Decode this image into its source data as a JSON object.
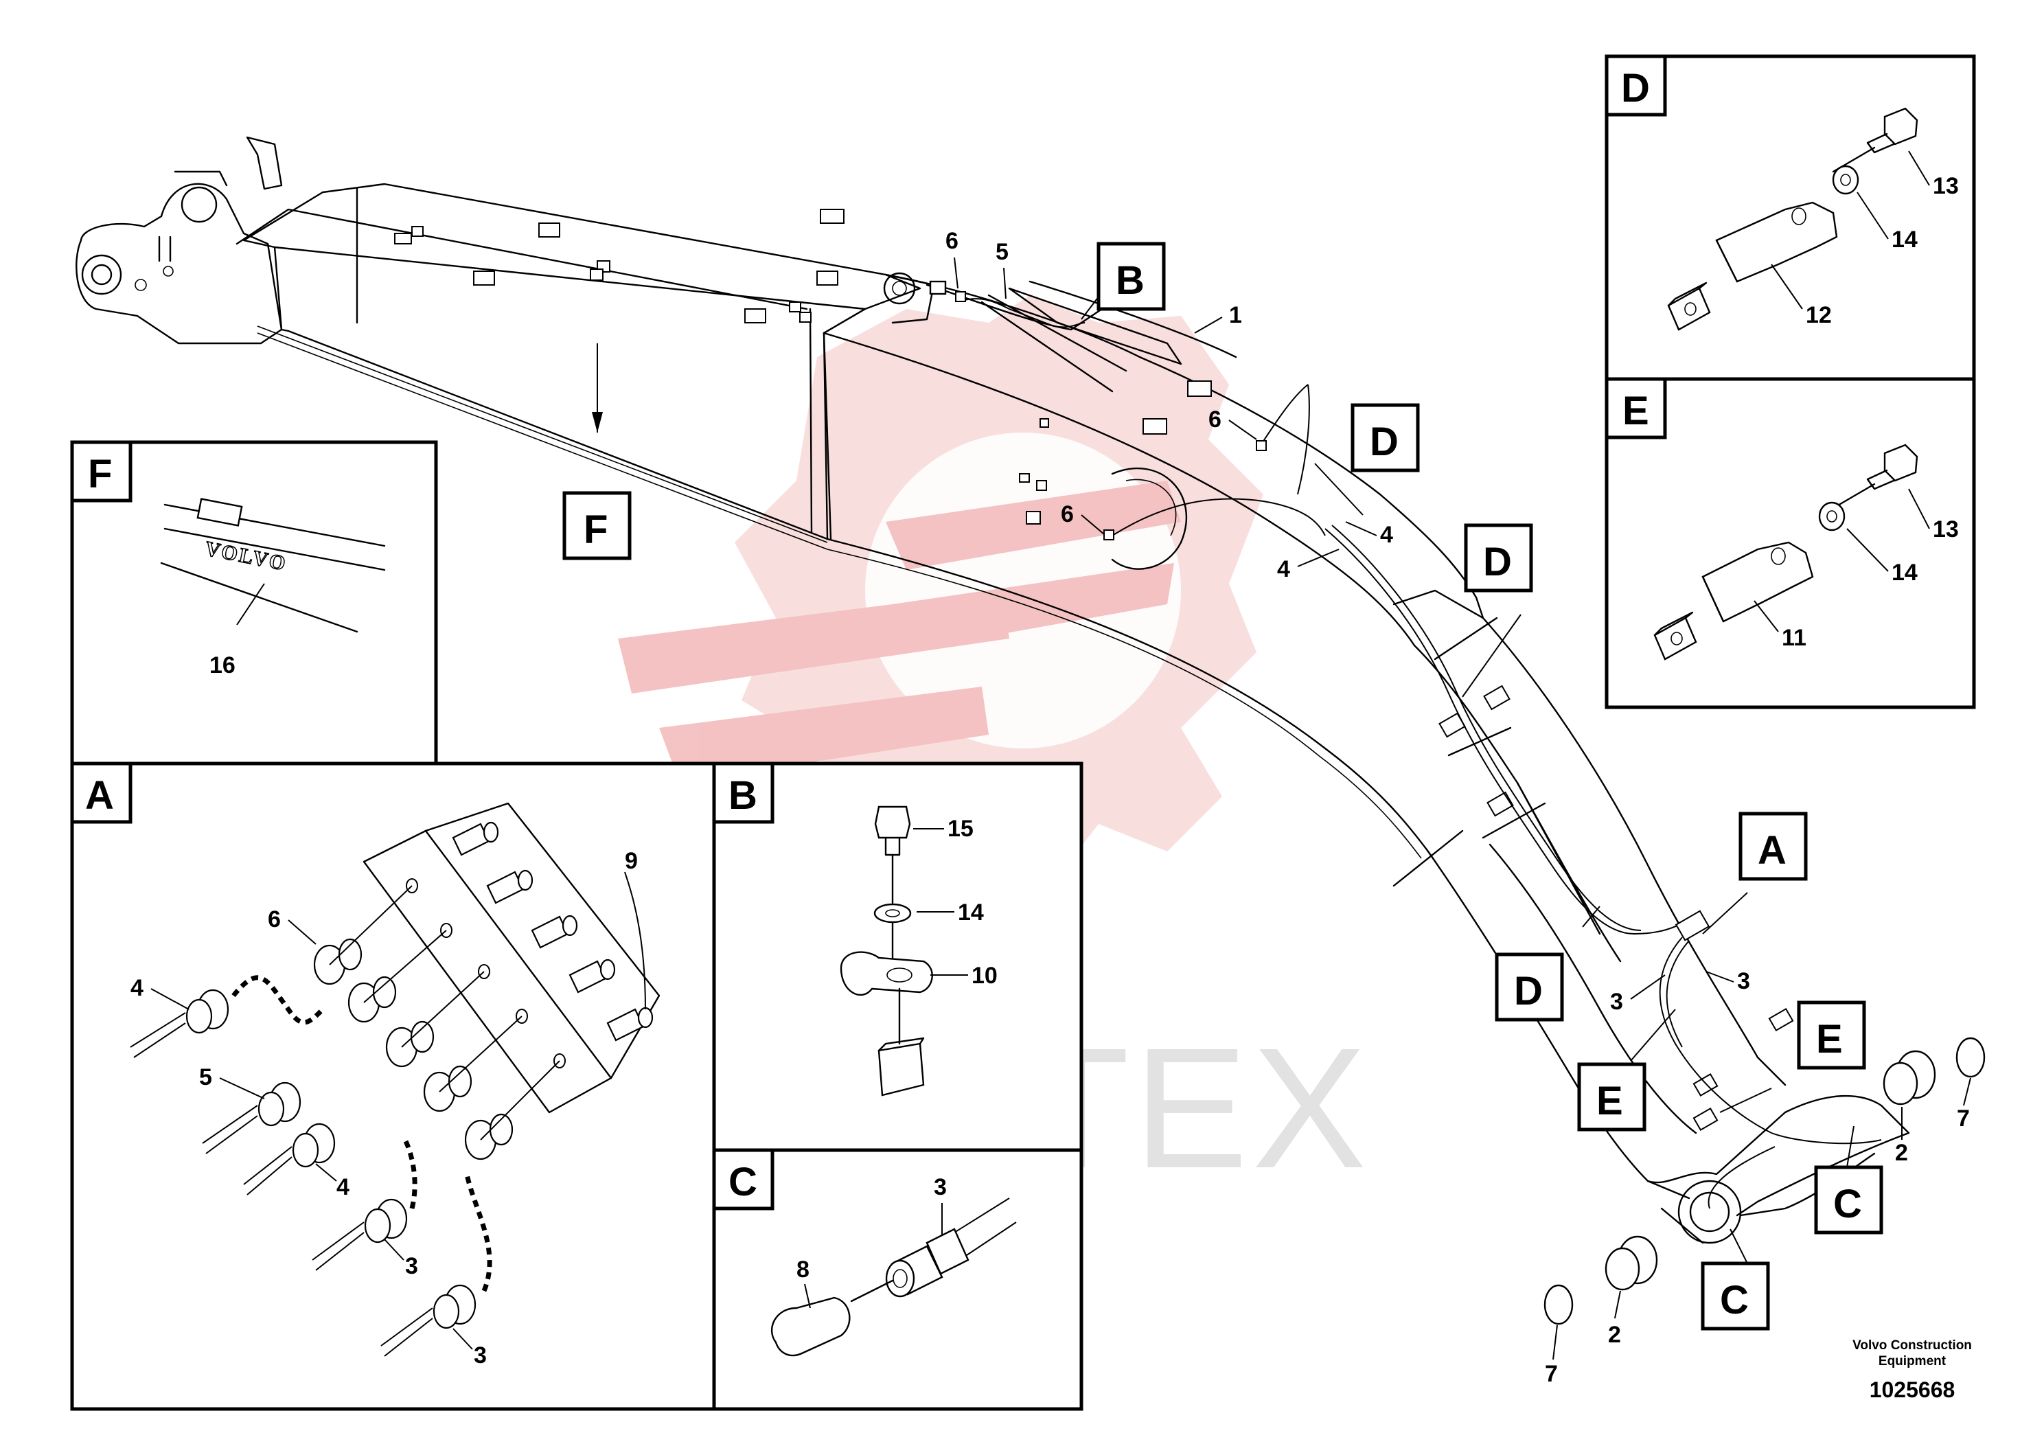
{
  "labels": {
    "p1": "1",
    "p2": "2",
    "p3": "3",
    "p4": "4",
    "p5": "5",
    "p6": "6",
    "p7": "7",
    "p8": "8",
    "p9": "9",
    "p10": "10",
    "p11": "11",
    "p12": "12",
    "p13": "13",
    "p14": "14",
    "p15": "15",
    "p16": "16"
  },
  "callouts": {
    "A": "A",
    "B": "B",
    "C": "C",
    "D": "D",
    "E": "E",
    "F": "F"
  },
  "decal_text": "VOLVO",
  "watermark_text": "ИНТЕХ",
  "footer": {
    "company_line1": "Volvo Construction",
    "company_line2": "Equipment",
    "drawing_number": "1025668"
  },
  "colors": {
    "watermark": "#f3bcbc",
    "watermark_text": "#e0e0e0",
    "ink": "#000000"
  }
}
